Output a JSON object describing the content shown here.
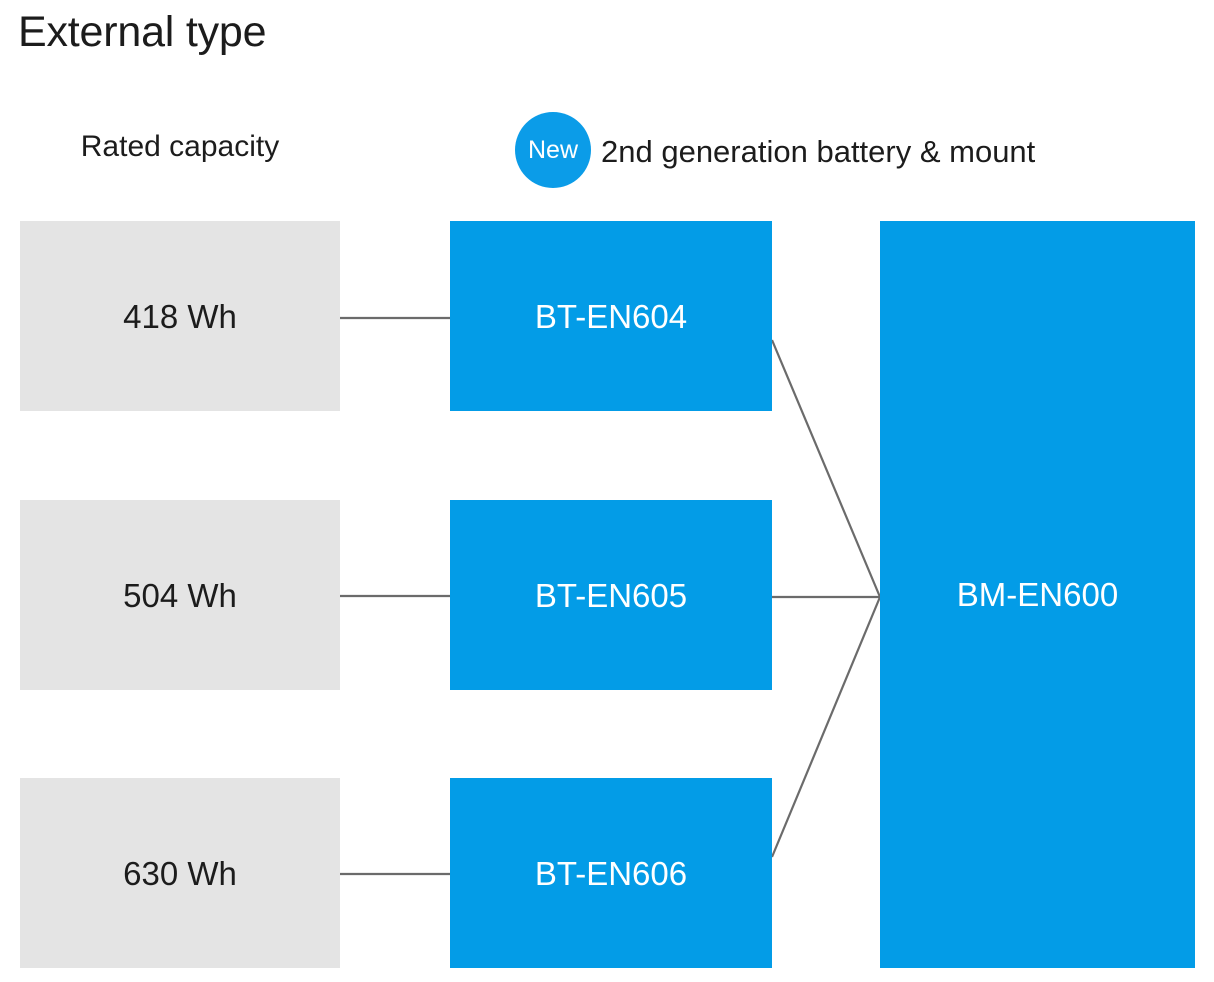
{
  "page": {
    "title": "External type",
    "background_color": "#ffffff"
  },
  "colors": {
    "accent_blue": "#039ce7",
    "badge_blue": "#0b9ce8",
    "capacity_gray": "#e4e4e4",
    "connector_line": "#6b6b6b",
    "text_dark": "#1c1c1c",
    "text_on_accent": "#ffffff"
  },
  "columns": {
    "capacity_header": "Rated capacity",
    "legend": {
      "badge_label": "New",
      "text": "2nd generation battery & mount"
    }
  },
  "diagram": {
    "type": "compatibility-tree",
    "rows": [
      {
        "capacity": "418 Wh",
        "battery": "BT-EN604"
      },
      {
        "capacity": "504 Wh",
        "battery": "BT-EN605"
      },
      {
        "capacity": "630 Wh",
        "battery": "BT-EN606"
      }
    ],
    "mount": {
      "label": "BM-EN600"
    }
  }
}
